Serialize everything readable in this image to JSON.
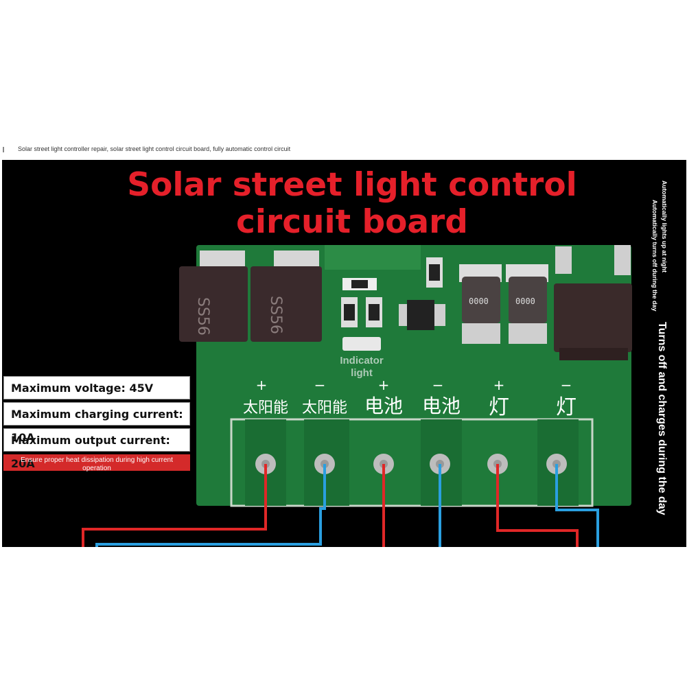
{
  "caption": "Solar street light controller repair, solar street light control circuit board, fully automatic control circuit",
  "title": "Solar street light control circuit board",
  "specs": {
    "max_voltage": "Maximum voltage: 45V",
    "max_charging_current": "Maximum charging current: 10A",
    "max_output_current": "Maximum output current: 20A",
    "warning": "Ensure proper heat dissipation during high current operation"
  },
  "indicator_label": "Indicator light",
  "side_notes": {
    "night": "Automatically lights up at night",
    "day": "Automatically turns off during the day",
    "charge": "Turns off and charges during the day"
  },
  "terminals": [
    {
      "polarity": "+",
      "label": "太阳能"
    },
    {
      "polarity": "−",
      "label": "太阳能"
    },
    {
      "polarity": "+",
      "label": "电池"
    },
    {
      "polarity": "−",
      "label": "电池"
    },
    {
      "polarity": "+",
      "label": "灯"
    },
    {
      "polarity": "−",
      "label": "灯"
    }
  ],
  "component_markings": {
    "diode_1": "SS56",
    "diode_2": "SS56",
    "resistor_1": "0000",
    "resistor_2": "0000"
  },
  "colors": {
    "title": "#e5202a",
    "board_green": "#1f7a3a",
    "positive_wire": "#e02727",
    "negative_wire": "#2a9fe0"
  }
}
